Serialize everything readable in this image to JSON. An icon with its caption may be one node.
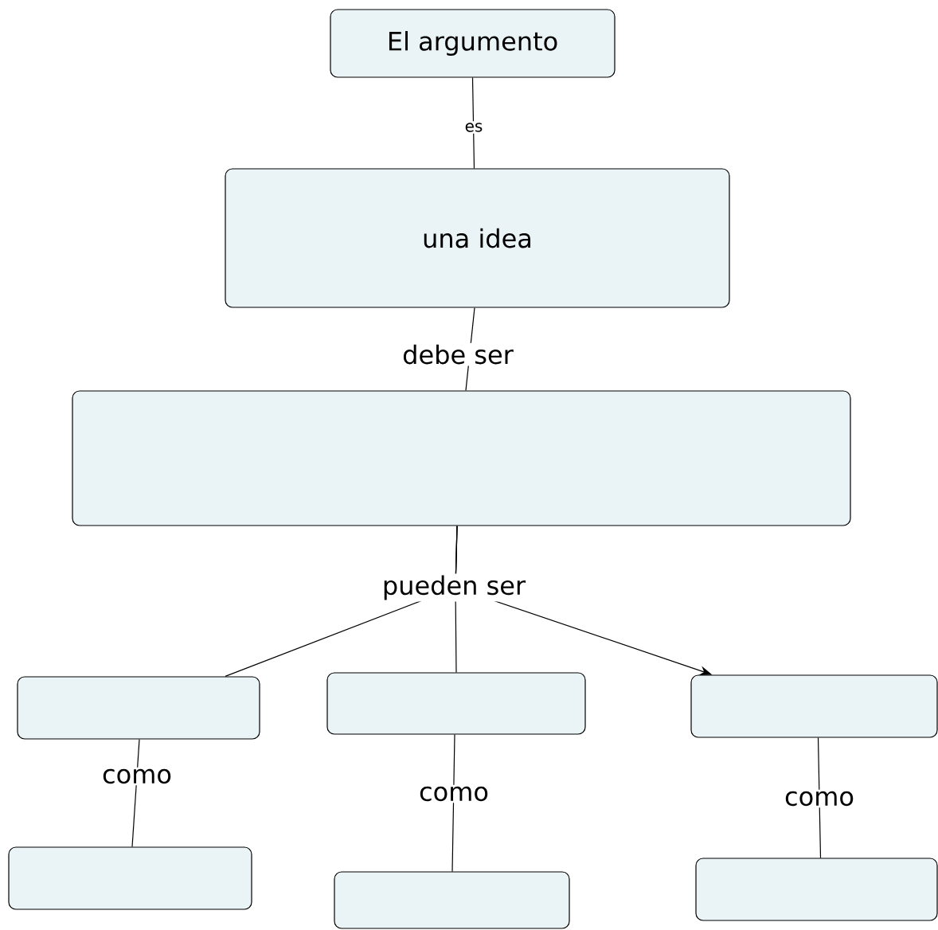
{
  "diagram": {
    "nodes": [
      {
        "text": [
          "El argumento"
        ]
      },
      {
        "text": [
          "una idea"
        ]
      },
      {
        "text": [],
        "shape": "box"
      },
      {
        "text": [],
        "shape": "box"
      },
      {
        "text": [],
        "shape": "box"
      },
      {
        "text": [],
        "shape": "box"
      },
      {
        "text": [],
        "shape": "box"
      },
      {
        "text": [],
        "shape": "box"
      },
      {
        "text": [],
        "shape": "box"
      }
    ],
    "edges": [
      {
        "from": 0,
        "to": 1,
        "arrow": "none",
        "label": "es"
      },
      {
        "from": 1,
        "to": 2,
        "arrow": "none",
        "label": "debe ser"
      },
      {
        "from": 2,
        "to": 3,
        "arrow": "none"
      },
      {
        "from": 2,
        "to": 4,
        "arrow": "none",
        "label": "pueden ser"
      },
      {
        "from": 2,
        "to": 5,
        "arrow": "to"
      },
      {
        "from": 3,
        "to": 6,
        "arrow": "none",
        "label": "como"
      },
      {
        "from": 4,
        "to": 7,
        "arrow": "none",
        "label": "como"
      },
      {
        "from": 5,
        "to": 8,
        "arrow": "none",
        "label": "como"
      }
    ]
  }
}
